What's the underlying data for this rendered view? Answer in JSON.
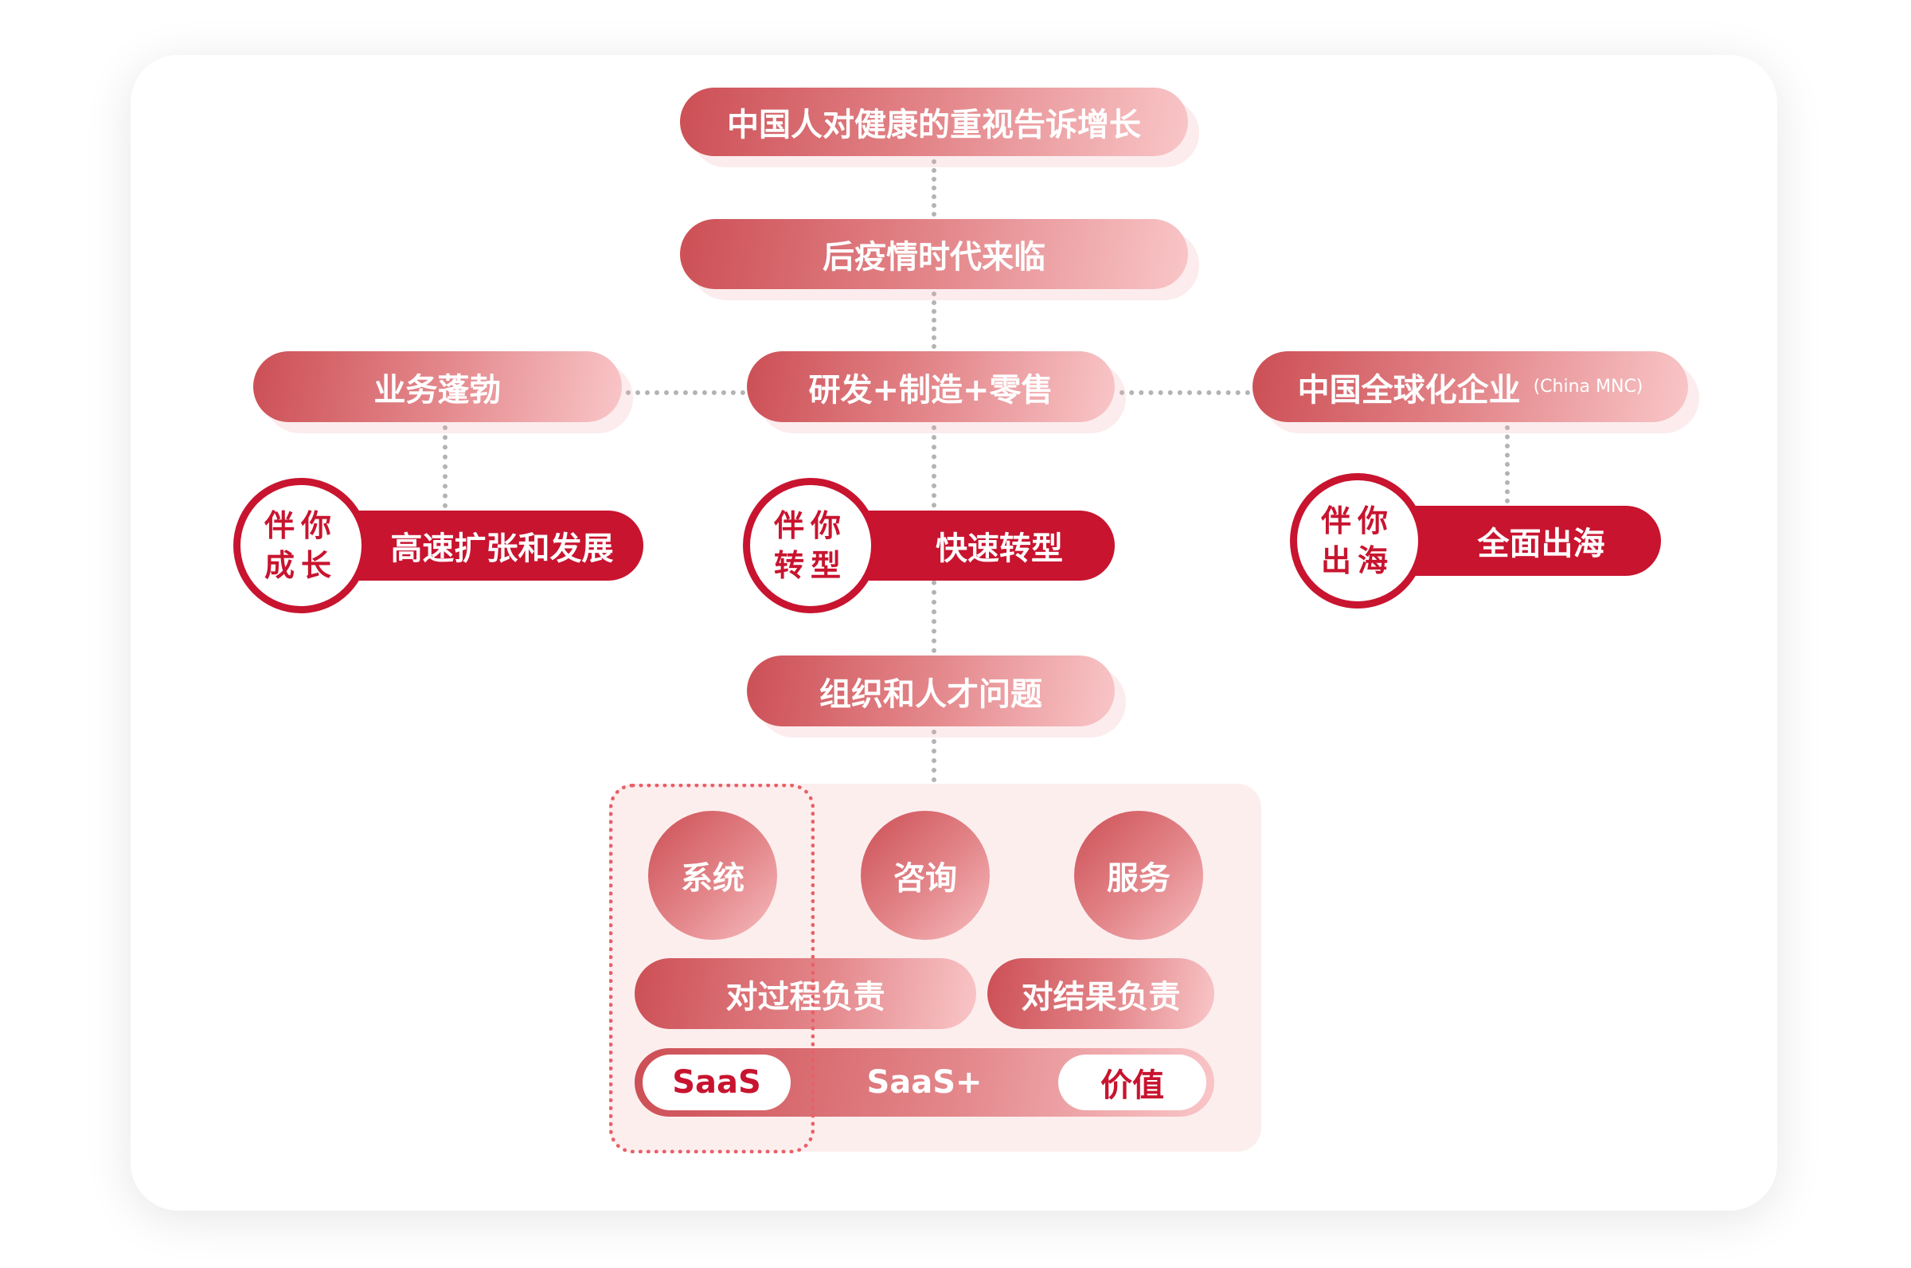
{
  "top": {
    "level1": "中国人对健康的重视告诉增长",
    "level2": "后疫情时代来临"
  },
  "branches": [
    {
      "title": "业务蓬勃",
      "title_note": "",
      "badge_line1": "伴你",
      "badge_line2": "成长",
      "bar": "高速扩张和发展"
    },
    {
      "title": "研发+制造+零售",
      "title_note": "",
      "badge_line1": "伴你",
      "badge_line2": "转型",
      "bar": "快速转型"
    },
    {
      "title": "中国全球化企业",
      "title_note": "(China MNC)",
      "badge_line1": "伴你",
      "badge_line2": "出海",
      "bar": "全面出海"
    }
  ],
  "problem": "组织和人才问题",
  "solutions": {
    "circles": [
      "系统",
      "咨询",
      "服务"
    ],
    "responsibilities": [
      "对过程负责",
      "对结果负责"
    ],
    "saas_left": "SaaS",
    "saas_mid": "SaaS+",
    "saas_right": "价值"
  },
  "colors": {
    "primary_red": "#c8142f",
    "gradient_start": "#cc4f55",
    "gradient_end": "#f9c6c8",
    "connector_gray": "#b3b3b3",
    "panel_bg": "#fdeeee"
  }
}
